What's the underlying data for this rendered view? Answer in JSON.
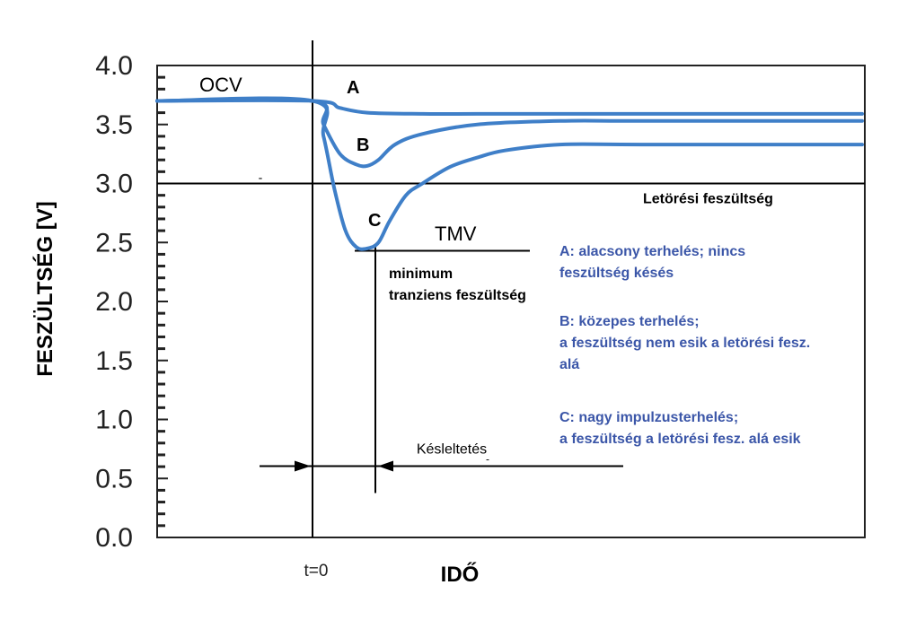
{
  "chart_data": {
    "type": "line",
    "xlabel": "IDŐ",
    "ylabel": "FESZÜLTSÉG [V]",
    "ylim": [
      0,
      4
    ],
    "yticks": [
      "0.0",
      "0.5",
      "1.0",
      "1.5",
      "2.0",
      "2.5",
      "3.0",
      "3.5",
      "4.0"
    ],
    "xtick_label": "t=0",
    "grid": false,
    "series_color": "#3f7fc8",
    "series": [
      {
        "name": "A",
        "x": [
          0,
          0.0,
          0.05,
          0.1,
          0.2,
          0.3,
          0.5,
          0.8,
          1.0
        ],
        "y": [
          3.7,
          3.7,
          3.64,
          3.6,
          3.59,
          3.59,
          3.59,
          3.59,
          3.59
        ]
      },
      {
        "name": "B",
        "x": [
          0,
          0.0,
          0.02,
          0.05,
          0.08,
          0.1,
          0.12,
          0.15,
          0.2,
          0.3,
          0.45,
          0.6,
          1.0
        ],
        "y": [
          3.7,
          3.7,
          3.5,
          3.25,
          3.16,
          3.15,
          3.2,
          3.33,
          3.42,
          3.5,
          3.53,
          3.53,
          3.53
        ]
      },
      {
        "name": "C",
        "x": [
          0,
          0.0,
          0.02,
          0.04,
          0.06,
          0.08,
          0.1,
          0.12,
          0.14,
          0.17,
          0.2,
          0.25,
          0.3,
          0.35,
          0.45,
          0.6,
          1.0
        ],
        "y": [
          3.7,
          3.7,
          3.4,
          2.95,
          2.6,
          2.46,
          2.45,
          2.5,
          2.68,
          2.9,
          3.0,
          3.14,
          3.22,
          3.28,
          3.33,
          3.33,
          3.33
        ]
      }
    ],
    "annotations": {
      "ocv": "OCV",
      "label_a": "A",
      "label_b": "B",
      "label_c": "C",
      "tmv": "TMV",
      "threshold_label": "Letörési feszültség",
      "threshold_value": 3.0,
      "min_line1": "minimum",
      "min_line2": "tranziens feszültség",
      "min_value": 2.43,
      "delay_label": "Késleltetés",
      "delay_value": 0.62
    },
    "legend": [
      [
        "A: alacsony terhelés; nincs",
        "feszültség késés"
      ],
      [
        "B: közepes terhelés;",
        "a feszültség nem esik a letörési fesz.",
        "alá"
      ],
      [
        "C: nagy impulzusterhelés;",
        "a feszültség a letörési fesz. alá esik"
      ]
    ]
  }
}
